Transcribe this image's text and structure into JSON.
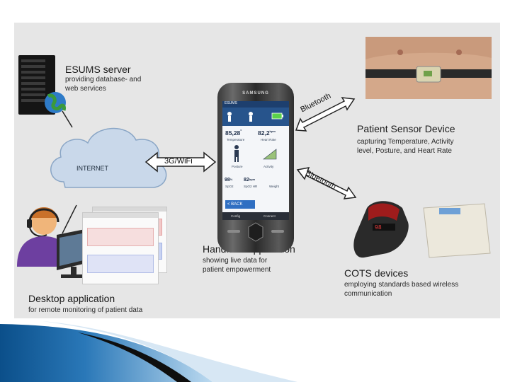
{
  "server": {
    "title": "ESUMS server",
    "description_lines": [
      "providing database- and",
      "web services"
    ]
  },
  "cloud": {
    "label": "INTERNET"
  },
  "link_internet": {
    "label": "3G/WiFi"
  },
  "bluetooth": {
    "top_label": "Bluetooth",
    "bottom_label": "Bluetooth"
  },
  "sensor": {
    "title": "Patient Sensor Device",
    "description_lines": [
      "capturing Temperature,  Activity",
      "level, Posture, and Heart Rate"
    ]
  },
  "handheld": {
    "title": "Handheld application",
    "description_lines": [
      "showing live data for",
      "patient empowerment"
    ]
  },
  "cots": {
    "title": "COTS devices",
    "description_lines": [
      "employing standards based wireless",
      "communication"
    ]
  },
  "desktop": {
    "title": "Desktop application",
    "description_lines": [
      "for remote monitoring of patient data"
    ]
  },
  "phone_screen": {
    "brand": "SAMSUNG",
    "app_name": "ESUMS",
    "temperature": {
      "value": "85,28",
      "unit": "°",
      "label": "Temperature"
    },
    "heart_rate": {
      "value": "82,2",
      "unit": "bpm",
      "label": "Heart Rate"
    },
    "posture_label": "Posture",
    "activity_label": "Activity",
    "spo2": {
      "value": "98",
      "unit": "%",
      "label": "SpO2"
    },
    "spo2_hr": {
      "value": "82",
      "unit": "bpm",
      "label": "SpO2 HR"
    },
    "weight_label": "Weight",
    "back_label": "< BACK",
    "footer_left": "Config",
    "footer_right": "Connect"
  },
  "colors": {
    "panel": "#e6e6e6",
    "cloud": "#c9d8ea",
    "slide_accent": "#0b4f8a"
  }
}
